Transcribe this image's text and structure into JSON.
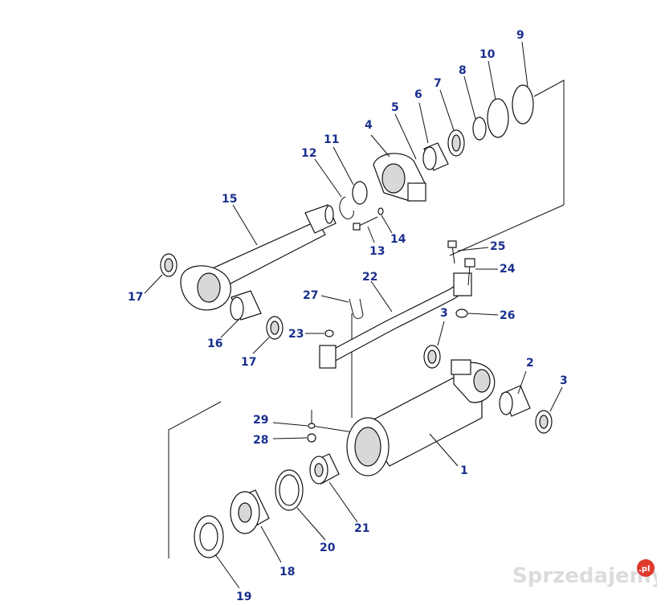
{
  "callouts": [
    "1",
    "2",
    "3",
    "3",
    "4",
    "5",
    "6",
    "7",
    "8",
    "9",
    "10",
    "11",
    "12",
    "13",
    "14",
    "15",
    "16",
    "17",
    "17",
    "18",
    "19",
    "20",
    "21",
    "22",
    "23",
    "24",
    "25",
    "26",
    "27",
    "28",
    "29"
  ],
  "watermark": {
    "text": "Sprzedajemy",
    "badge": ".pl"
  }
}
